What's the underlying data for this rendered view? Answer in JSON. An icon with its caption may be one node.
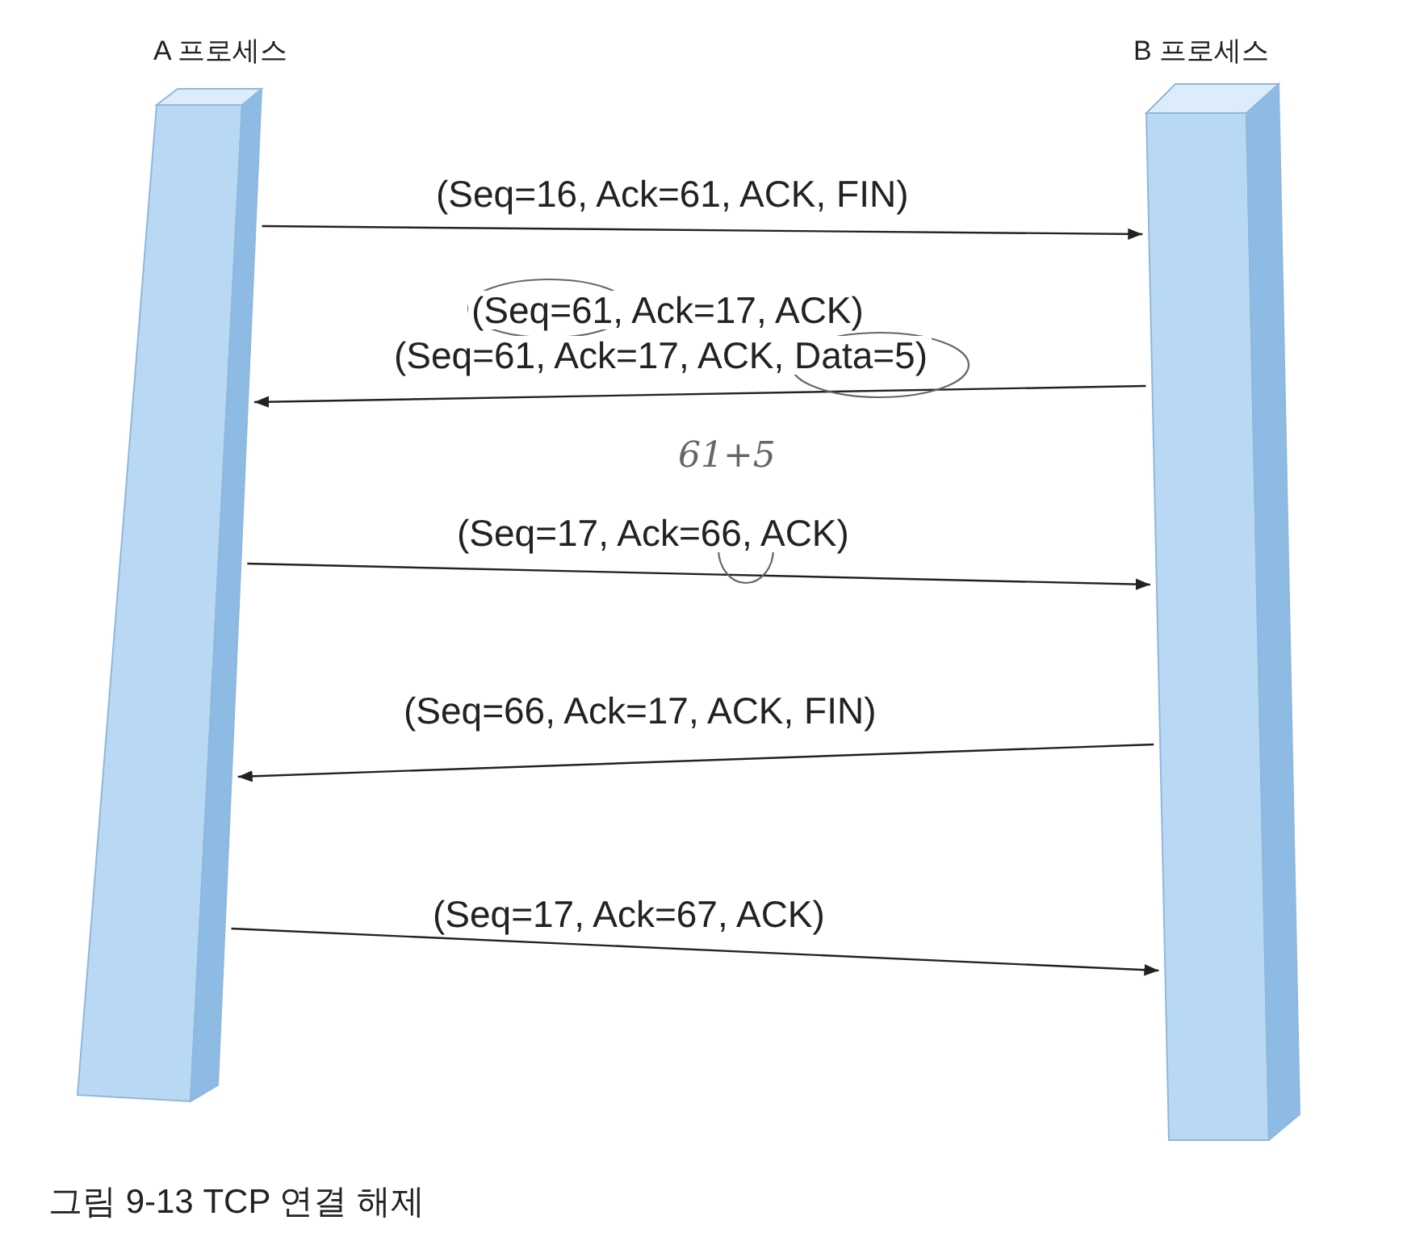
{
  "diagram": {
    "caption": "그림 9-13  TCP 연결 해제",
    "nodes": [
      {
        "text": [
          "A 프로세스"
        ]
      },
      {
        "text": [
          "B 프로세스"
        ]
      }
    ],
    "edges": [
      {
        "from": 0,
        "to": 1,
        "arrow": "to",
        "label": "(Seq=16, Ack=61, ACK, FIN)"
      },
      {
        "from": 1,
        "to": 0,
        "arrow": "to",
        "label": "(Seq=61, Ack=17, ACK, Data=5)"
      },
      {
        "from": 0,
        "to": 1,
        "arrow": "to",
        "label": "(Seq=17, Ack=66, ACK)"
      },
      {
        "from": 1,
        "to": 0,
        "arrow": "to",
        "label": "(Seq=66, Ack=17, ACK, FIN)"
      },
      {
        "from": 0,
        "to": 1,
        "arrow": "to",
        "label": "(Seq=17, Ack=67, ACK)"
      }
    ],
    "labels": [
      "(Seq=61, Ack=17, ACK)",
      "61+5"
    ]
  }
}
